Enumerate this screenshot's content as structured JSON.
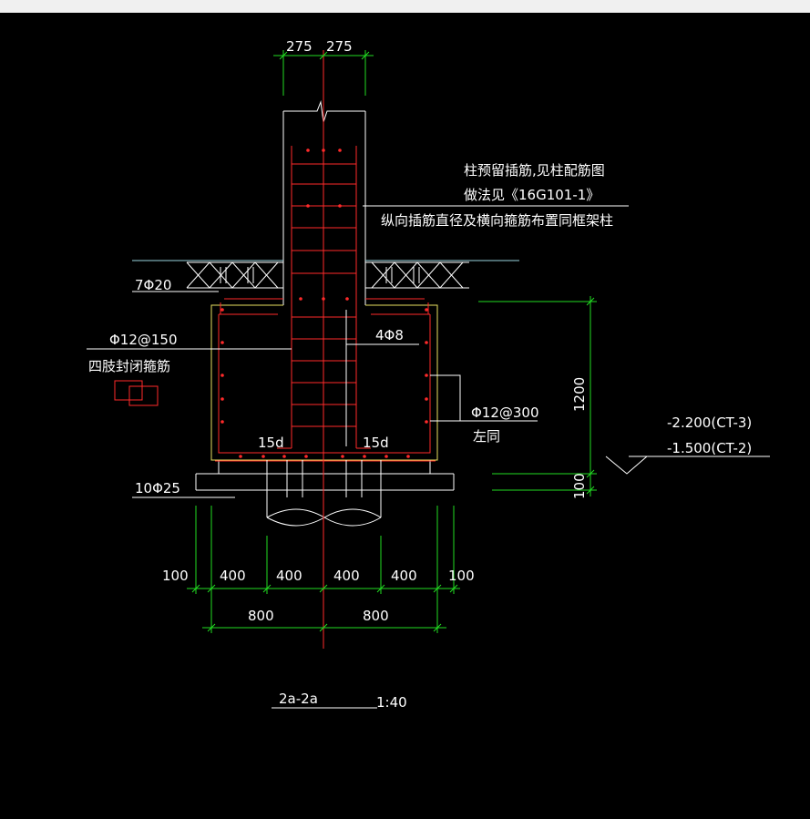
{
  "colors": {
    "background": "#000000",
    "line_white": "#ffffff",
    "dimension_green": "#22dd22",
    "rebar_red": "#ff2a2a",
    "outline_yellow": "#e8e060",
    "ground_cyan": "#9ad6e0"
  },
  "dimensions": {
    "top_left": "275",
    "top_right": "275",
    "height_main": "1200",
    "height_pad": "100",
    "bottom_row": [
      "100",
      "400",
      "400",
      "400",
      "400",
      "100"
    ],
    "bottom_totals": [
      "800",
      "800"
    ]
  },
  "annotations": {
    "note_line1": "柱预留插筋,见柱配筋图",
    "note_line2": "做法见《16G101-1》",
    "note_line3": "纵向插筋直径及横向箍筋布置同框架柱",
    "top_bars": "7Φ20",
    "stirrup": "Φ12@150",
    "stirrup_desc": "四肢封闭箍筋",
    "inner_bars": "4Φ8",
    "anchor_left": "15d",
    "anchor_right": "15d",
    "side_bars": "Φ12@300",
    "side_bars_note": "左同",
    "bottom_bars": "10Φ25",
    "elev_1": "-2.200(CT-3)",
    "elev_2": "-1.500(CT-2)"
  },
  "section": {
    "title": "2a-2a",
    "scale": "1:40"
  }
}
